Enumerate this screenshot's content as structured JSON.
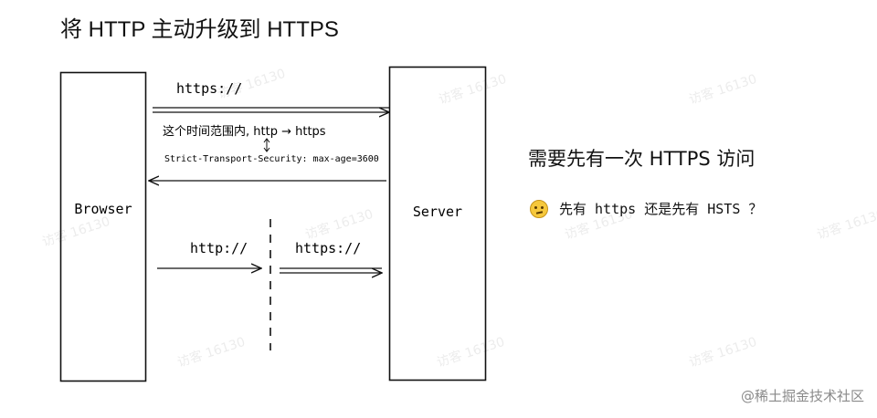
{
  "title": "将 HTTP 主动升级到 HTTPS",
  "nodes": {
    "browser": "Browser",
    "server": "Server"
  },
  "edges": {
    "request_https": "https://",
    "response_note": "这个时间范围内, http → https",
    "response_header": "Strict-Transport-Security: max-age=3600",
    "later_http": "http://",
    "later_https": "https://"
  },
  "aside": {
    "heading": "需要先有一次 HTTPS 访问",
    "question_icon": "thinking-face-icon",
    "question": "先有 https 还是先有 HSTS ？"
  },
  "watermark": "访客 16130",
  "credit": "@稀土掘金技术社区"
}
